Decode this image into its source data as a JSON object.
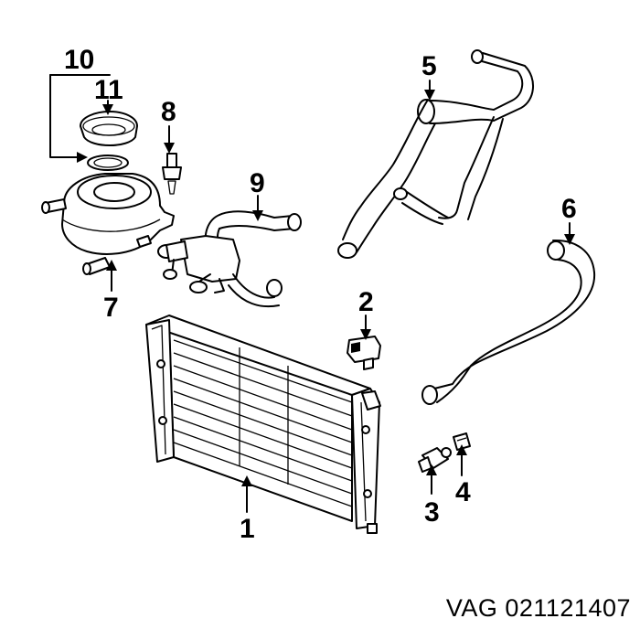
{
  "callouts": {
    "c1": "1",
    "c2": "2",
    "c3": "3",
    "c4": "4",
    "c5": "5",
    "c6": "6",
    "c7": "7",
    "c8": "8",
    "c9": "9",
    "c10": "10",
    "c11": "11"
  },
  "part_number": "VAG 021121407",
  "colors": {
    "ink": "#000000",
    "paper": "#ffffff"
  }
}
